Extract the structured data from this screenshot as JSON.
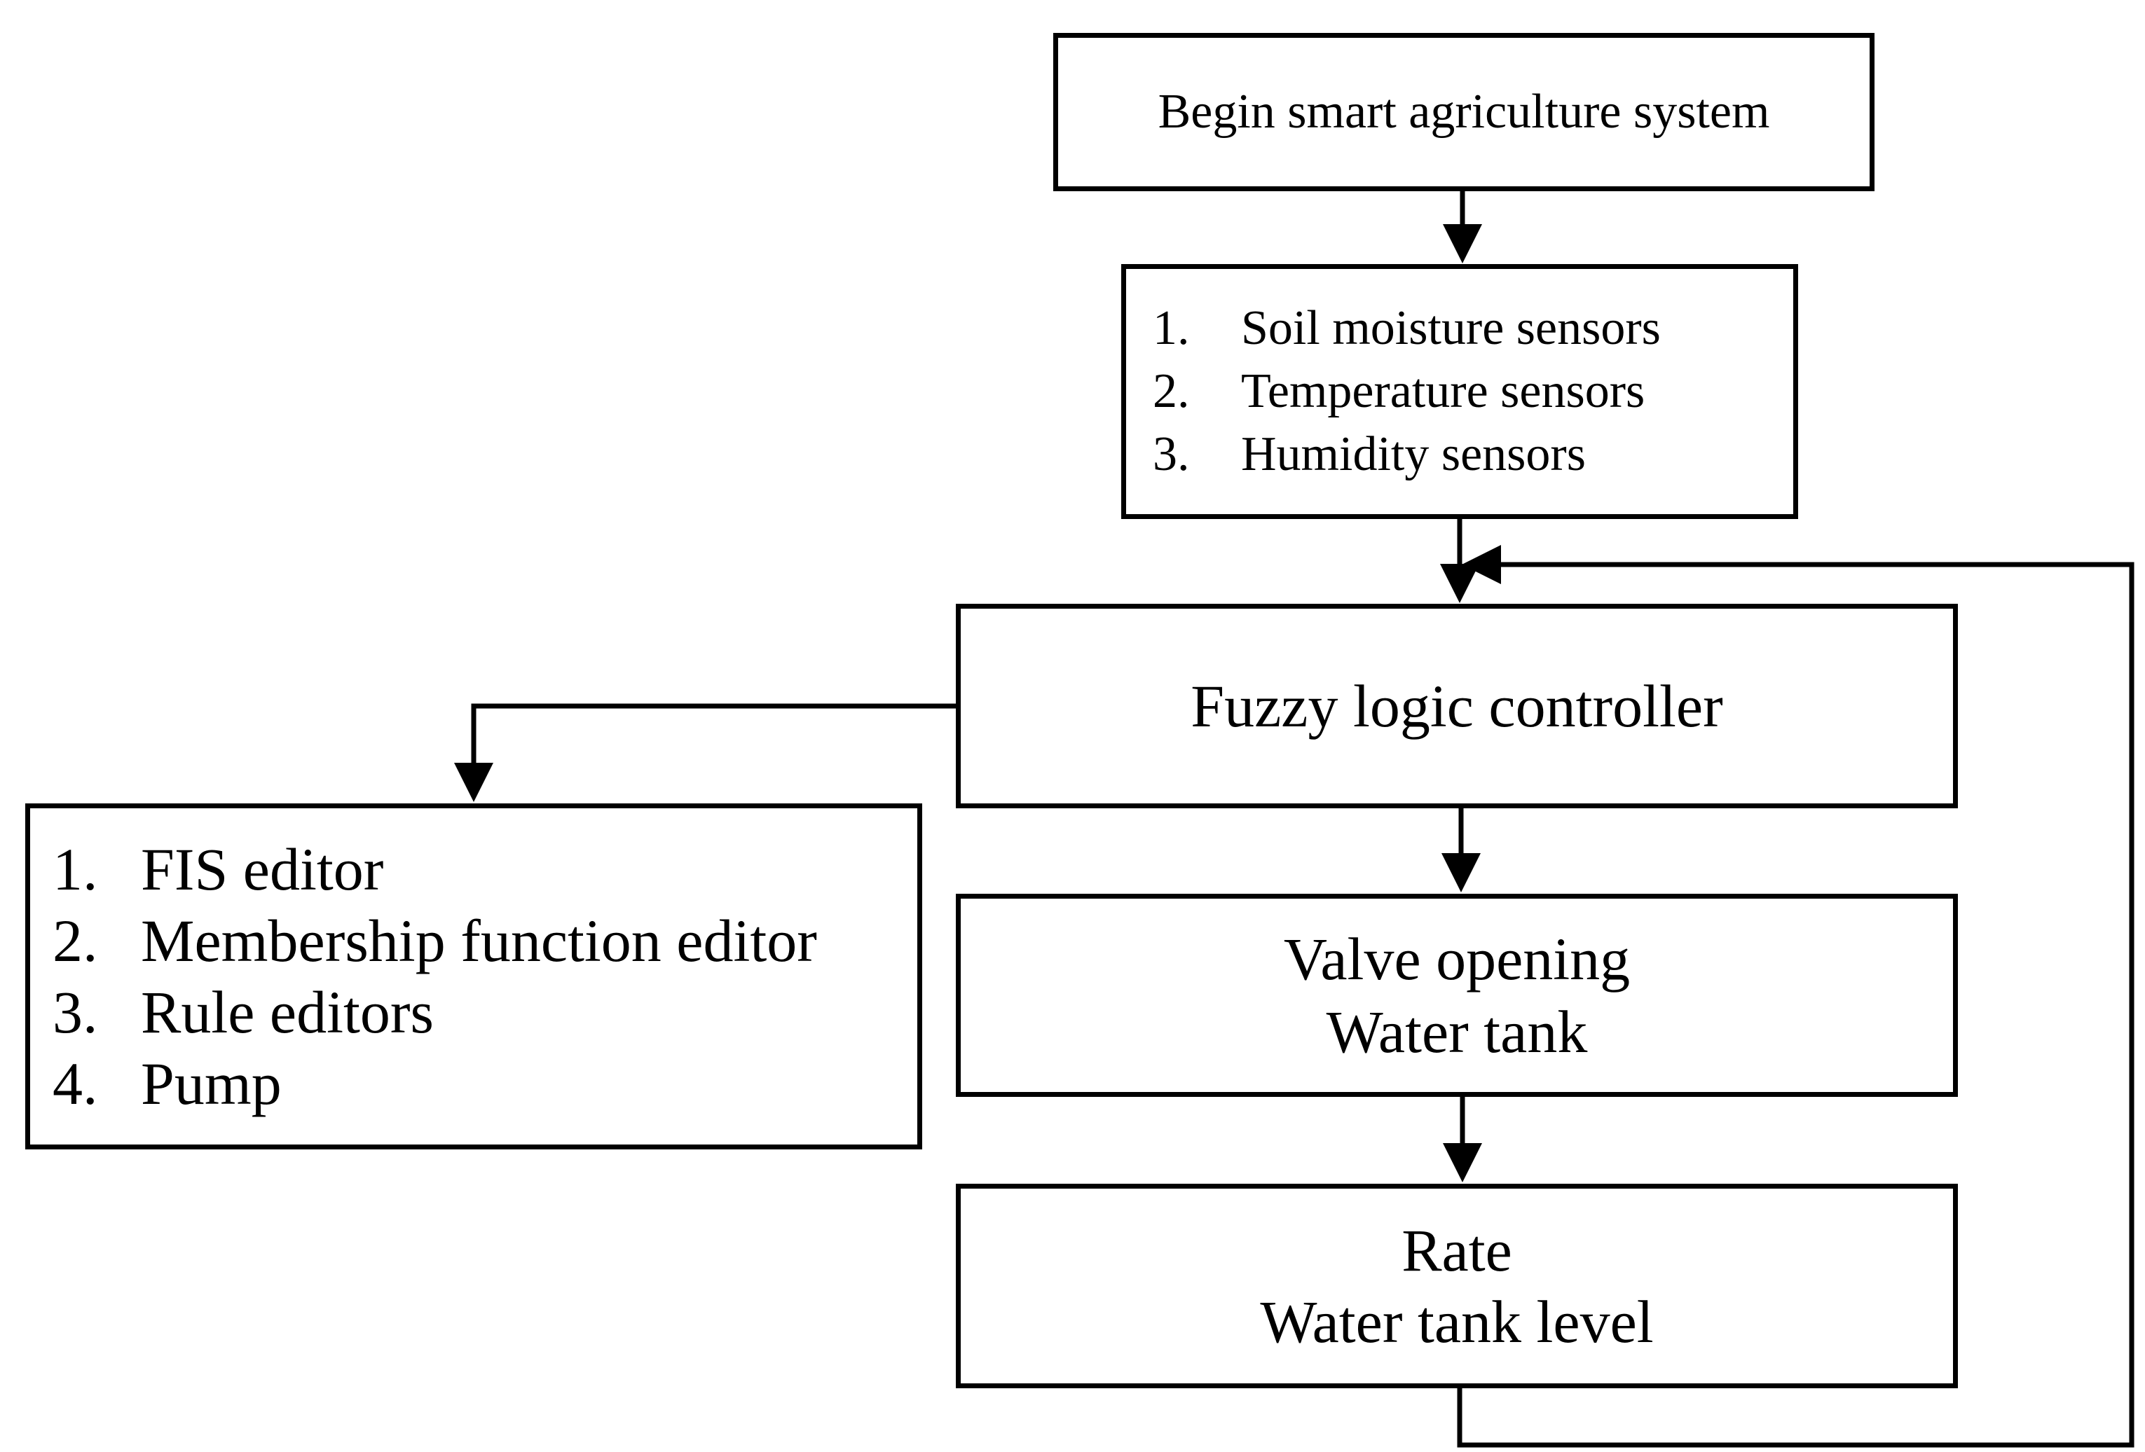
{
  "diagram": {
    "begin": {
      "text": "Begin  smart agriculture  system"
    },
    "sensors": {
      "items": [
        {
          "num": "1.",
          "label": "Soil moisture  sensors"
        },
        {
          "num": "2.",
          "label": "Temperature  sensors"
        },
        {
          "num": "3.",
          "label": "Humidity  sensors"
        }
      ]
    },
    "controller": {
      "text": "Fuzzy logic controller"
    },
    "valve": {
      "lines": [
        "Valve opening",
        "Water tank"
      ]
    },
    "rate": {
      "lines": [
        "Rate",
        "Water tank level"
      ]
    },
    "tools": {
      "items": [
        {
          "num": "1.",
          "label": "FIS editor"
        },
        {
          "num": "2.",
          "label": "Membership function editor"
        },
        {
          "num": "3.",
          "label": "Rule editors"
        },
        {
          "num": "4.",
          "label": "Pump"
        }
      ]
    },
    "colors": {
      "stroke": "#000000",
      "fill": "#ffffff",
      "text": "#000000"
    }
  }
}
